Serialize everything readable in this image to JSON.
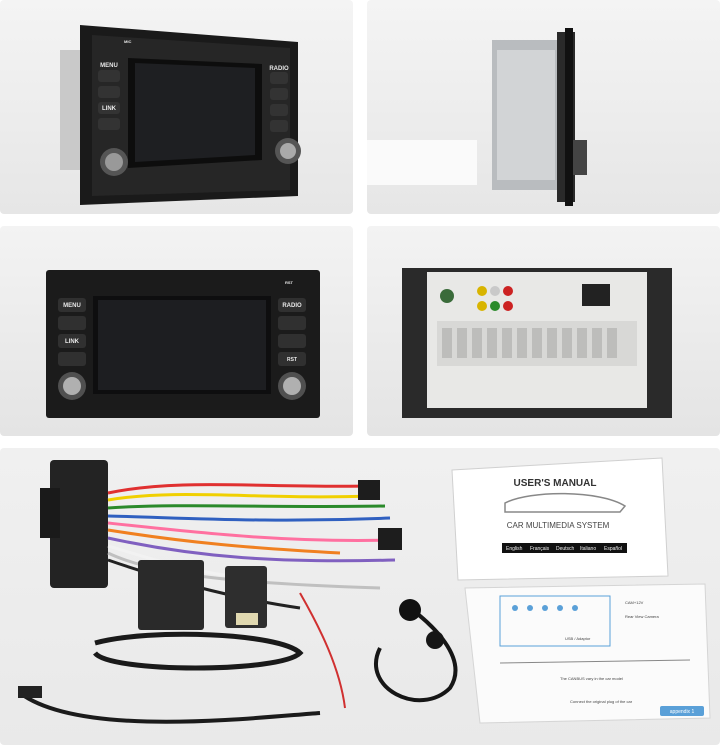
{
  "front_panel": {
    "top_left": "MIC",
    "top_right": "RST",
    "button_menu": "MENU",
    "button_link": "LINK",
    "button_radio": "RADIO",
    "button_rst": "RST"
  },
  "manual": {
    "title": "USER'S MANUAL",
    "subtitle": "CAR MULTIMEDIA SYSTEM",
    "languages": [
      "English",
      "Français",
      "Deutsch",
      "Italiano",
      "Español"
    ]
  },
  "wiring_diagram": {
    "labels": [
      "CAM+12V",
      "Rear View Camera",
      "USB / Adaptor"
    ],
    "note": "The CANBUS vary in the car model",
    "footer_text": "Connect the original plug of the car",
    "footer_badge": "appendix 1"
  }
}
